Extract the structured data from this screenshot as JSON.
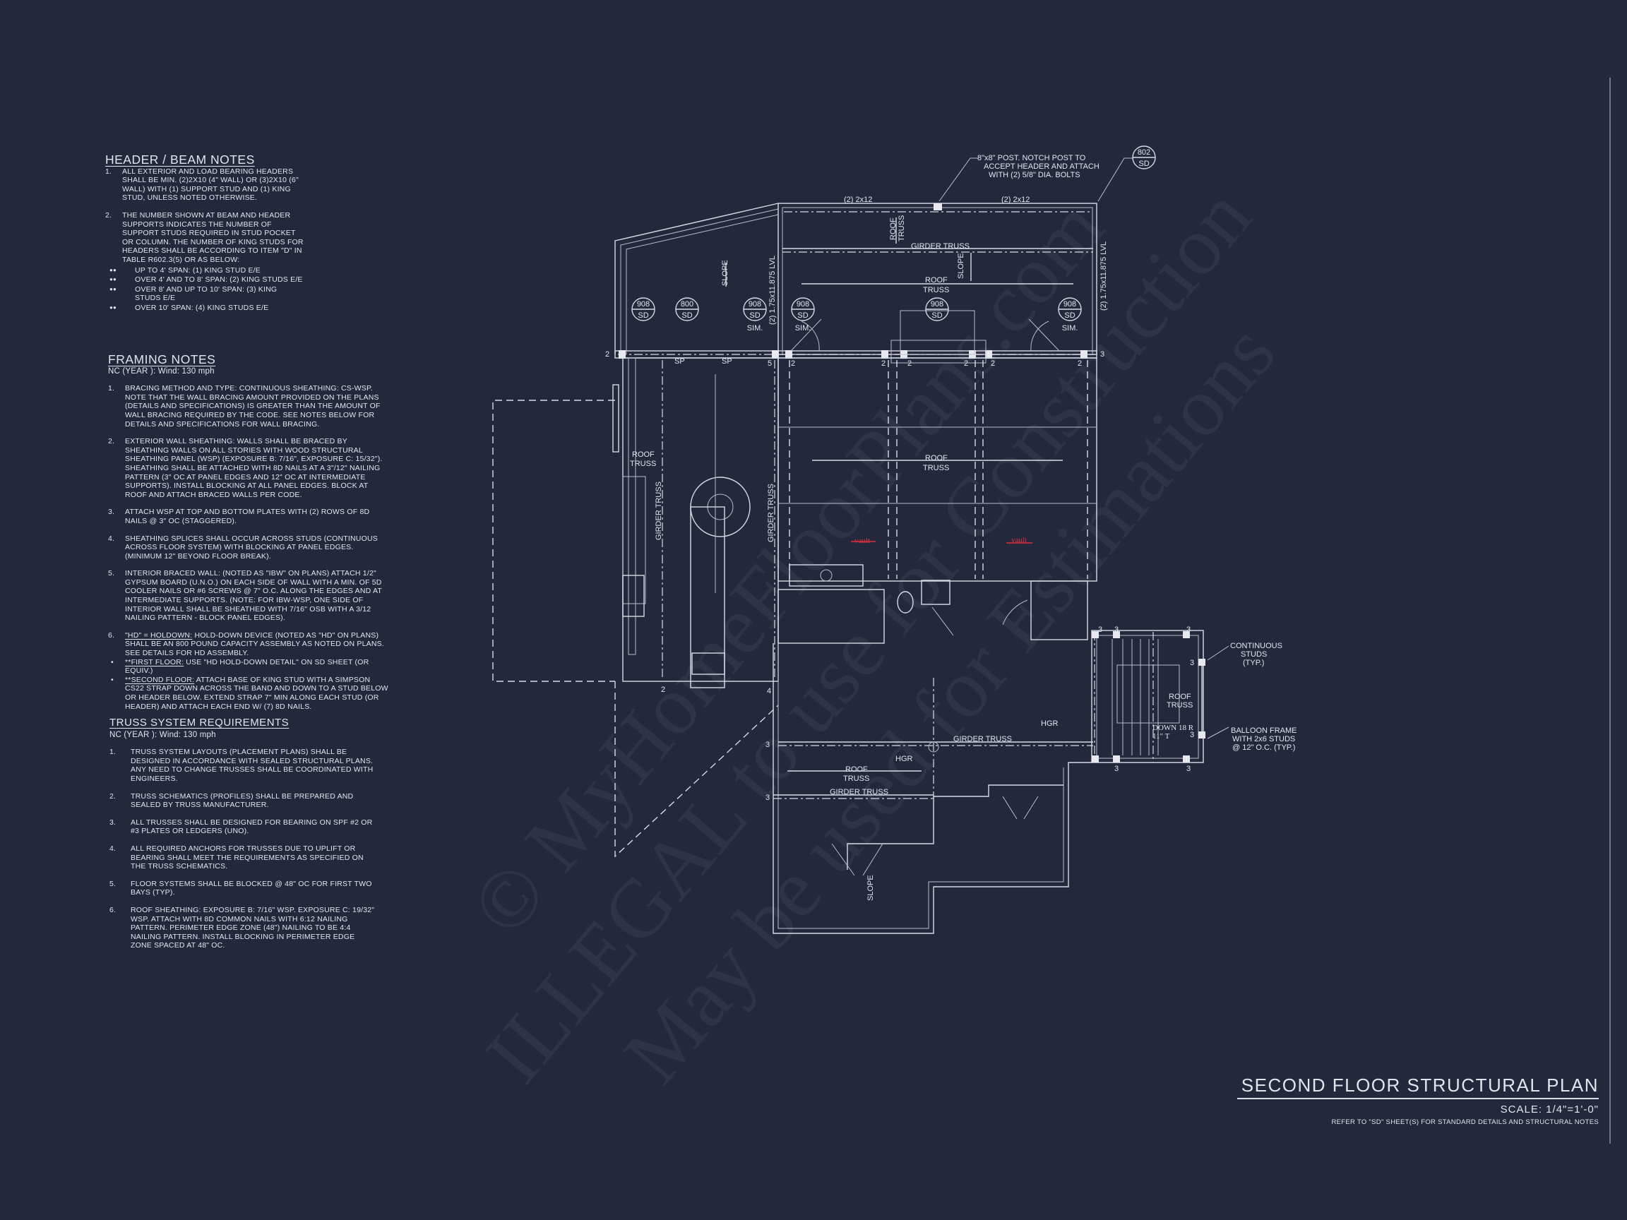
{
  "header_beam_notes": {
    "title": "HEADER / BEAM NOTES",
    "items": [
      {
        "num": "1.",
        "text": "ALL EXTERIOR AND LOAD BEARING HEADERS SHALL BE MIN. (2)2x10 (4\" WALL) OR (3)2x10 (6\" WALL) WITH (1) SUPPORT STUD AND (1) KING STUD, UNLESS NOTED OTHERWISE."
      },
      {
        "num": "2.",
        "text": "THE NUMBER SHOWN AT BEAM AND HEADER SUPPORTS INDICATES THE NUMBER OF SUPPORT STUDS REQUIRED IN STUD POCKET OR COLUMN. THE NUMBER OF KING STUDS FOR HEADERS SHALL BE ACCORDING TO ITEM \"d\" IN TABLE R602.3(5) OR AS BELOW:"
      }
    ],
    "bullets": [
      "UP TO 4' SPAN: (1) KING STUD E/E",
      "OVER 4' AND TO 8' SPAN: (2) KING STUDS E/E",
      "OVER 8' AND UP TO 10' SPAN: (3) KING STUDS E/E",
      "OVER 10' SPAN: (4) KING STUDS E/E"
    ]
  },
  "framing_notes": {
    "title": "FRAMING NOTES",
    "subtitle": "NC (YEAR ): Wind: 130 mph",
    "items": [
      {
        "num": "1.",
        "text": "BRACING METHOD AND TYPE: CONTINUOUS SHEATHING: CS-WSP. NOTE THAT THE WALL BRACING AMOUNT PROVIDED ON THE PLANS (DETAILS AND SPECIFICATIONS) IS GREATER THAN THE AMOUNT OF WALL BRACING REQUIRED BY THE CODE. SEE NOTES BELOW FOR DETAILS AND SPECIFICATIONS FOR WALL BRACING."
      },
      {
        "num": "2.",
        "text": "EXTERIOR WALL SHEATHING: WALLS SHALL BE BRACED BY SHEATHING WALLS ON ALL STORIES WITH WOOD STRUCTURAL SHEATHING PANEL (WSP) (EXPOSURE B: 7/16\", EXPOSURE C: 15/32\"). SHEATHING SHALL BE ATTACHED WITH 8d NAILS AT A 3\"/12\" NAILING PATTERN (3\" OC AT PANEL EDGES AND 12\" OC AT INTERMEDIATE SUPPORTS). INSTALL BLOCKING AT ALL PANEL EDGES. BLOCK AT ROOF AND ATTACH BRACED WALLS PER CODE."
      },
      {
        "num": "3.",
        "text": "ATTACH WSP AT TOP AND BOTTOM PLATES WITH (2) ROWS OF 8d NAILS @ 3\" OC (STAGGERED)."
      },
      {
        "num": "4.",
        "text": "SHEATHING SPLICES SHALL OCCUR ACROSS STUDS (CONTINUOUS ACROSS FLOOR SYSTEM) WITH BLOCKING AT PANEL EDGES. (MINIMUM 12\" BEYOND FLOOR BREAK)."
      },
      {
        "num": "5.",
        "text": "INTERIOR BRACED WALL: (NOTED AS \"IBW\" ON PLANS) ATTACH 1/2\" GYPSUM BOARD (U.N.O.) ON EACH SIDE OF WALL WITH A MIN. OF 5d COOLER NAILS OR #6 SCREWS @ 7\" O.C. ALONG THE EDGES AND AT INTERMEDIATE SUPPORTS. (NOTE: FOR IBW-WSP, ONE SIDE OF INTERIOR WALL SHALL BE SHEATHED WITH 7/16\" OSB WITH A 3/12 NAILING PATTERN - BLOCK PANEL EDGES)."
      }
    ],
    "item6": {
      "num": "6.",
      "lead": "\"HD\" = HOLDOWN:",
      "text": " HOLD-DOWN DEVICE (NOTED AS \"HD\" ON PLANS) SHALL BE AN 800 POUND CAPACITY ASSEMBLY AS NOTED ON PLANS. SEE DETAILS FOR HD ASSEMBLY.",
      "first_lead": "**FIRST FLOOR:",
      "first_text": "  USE \"HD HOLD-DOWN DETAIL\" ON SD SHEET (OR EQUIV.)",
      "second_lead": "**SECOND FLOOR:",
      "second_text": " ATTACH BASE OF KING STUD WITH A SIMPSON CS22 STRAP DOWN ACROSS THE BAND AND DOWN TO A STUD BELOW OR HEADER BELOW.  EXTEND STRAP 7\" MIN ALONG EACH STUD (OR HEADER) AND ATTACH EACH END W/ (7) 8d NAILS."
    }
  },
  "truss_requirements": {
    "title": "TRUSS SYSTEM REQUIREMENTS",
    "subtitle": "NC (YEAR ): Wind: 130 mph",
    "items": [
      {
        "num": "1.",
        "text": "TRUSS SYSTEM LAYOUTS (PLACEMENT PLANS)  SHALL BE DESIGNED IN ACCORDANCE WITH SEALED STRUCTURAL PLANS. ANY NEED TO CHANGE TRUSSES SHALL BE COORDINATED  WITH  ENGINEERS."
      },
      {
        "num": "2.",
        "text": "TRUSS SCHEMATICS (PROFILES) SHALL BE  PREPARED AND SEALED BY TRUSS  MANUFACTURER."
      },
      {
        "num": "3.",
        "text": "ALL TRUSSES SHALL BE DESIGNED FOR  BEARING ON SPF #2 OR #3 PLATES OR LEDGERS  (UNO)."
      },
      {
        "num": "4.",
        "text": "ALL REQUIRED ANCHORS FOR TRUSSES DUE  TO UPLIFT OR BEARING SHALL MEET THE  REQUIREMENTS AS SPECIFIED ON THE TRUSS  SCHEMATICS."
      },
      {
        "num": "5.",
        "text": "FLOOR SYSTEMS SHALL BE BLOCKED @ 48\" OC FOR FIRST TWO BAYS (TYP)."
      },
      {
        "num": "6.",
        "text": "ROOF SHEATHING: EXPOSURE B: 7/16\" WSP. EXPOSURE C: 19/32\" WSP. ATTACH WITH 8d COMMON NAILS WITH 6:12 NAILING PATTERN. PERIMETER EDGE ZONE (48\") NAILING TO BE 4:4 NAILING PATTERN. INSTALL BLOCKING IN PERIMETER EDGE ZONE SPACED AT 48\" OC."
      }
    ]
  },
  "plan": {
    "post_note": [
      "8\"x8\" POST. NOTCH POST TO",
      "ACCEPT HEADER AND ATTACH",
      "WITH (2) 5/8\" DIA. BOLTS"
    ],
    "header_2x12": "(2) 2x12",
    "lvl": "(2) 1.75x11.875 LVL",
    "girder_truss": "GIRDER TRUSS",
    "roof": "ROOF",
    "truss": "TRUSS",
    "slope": "SLOPE",
    "sim": "SIM.",
    "sp": "SP",
    "hgr": "HGR",
    "vault": "vault",
    "down": "DOWN 18 R",
    "down2": "11\" T",
    "detail_sheet": "SD",
    "detail_908": "908",
    "detail_800": "800",
    "detail_802": "802",
    "stud_counts": [
      "2",
      "3",
      "4",
      "5"
    ],
    "continuous_studs": [
      "CONTINUOUS",
      "STUDS",
      "(TYP.)"
    ],
    "balloon_frame": [
      "BALLOON FRAME",
      "WITH 2x6 STUDS",
      "@ 12\" O.C. (TYP.)"
    ]
  },
  "title_block": {
    "title": "SECOND FLOOR STRUCTURAL PLAN",
    "scale": "SCALE: 1/4\"=1'-0\"",
    "note": "REFER TO \"SD\" SHEET(S) FOR STANDARD DETAILS AND STRUCTURAL NOTES"
  },
  "watermark": [
    "© MyHomeFloorPlans.com",
    "ILLEGAL to use for Construction",
    "May be used for Estimations"
  ],
  "colors": {
    "background": "#23283d",
    "linework": "#d8dbe6",
    "vault_label": "#e0303a"
  }
}
